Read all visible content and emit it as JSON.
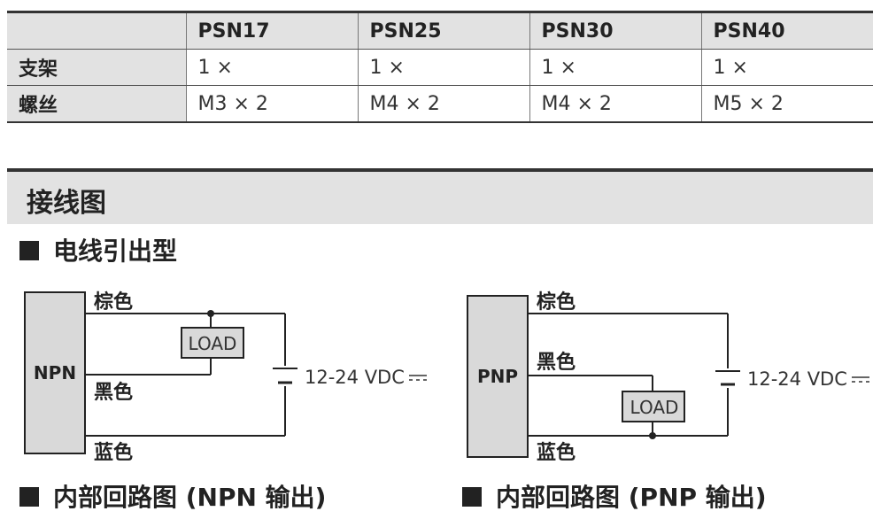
{
  "accessories": {
    "columns": [
      "",
      "PSN17",
      "PSN25",
      "PSN30",
      "PSN40"
    ],
    "rows": [
      {
        "label": "支架",
        "values": [
          "1 ×",
          "1 ×",
          "1 ×",
          "1 ×"
        ]
      },
      {
        "label": "螺丝",
        "values": [
          "M3 × 2",
          "M4 × 2",
          "M4 × 2",
          "M5 × 2"
        ]
      }
    ]
  },
  "section": {
    "title": "接线图"
  },
  "subheading": "电线引出型",
  "diagrams": {
    "npn": {
      "block_label": "NPN",
      "wire_brown": "棕色",
      "wire_black": "黑色",
      "wire_blue": "蓝色",
      "load_label": "LOAD",
      "supply_label": "12-24 VDC",
      "caption": "内部回路图 (NPN 输出)"
    },
    "pnp": {
      "block_label": "PNP",
      "wire_brown": "棕色",
      "wire_black": "黑色",
      "wire_blue": "蓝色",
      "load_label": "LOAD",
      "supply_label": "12-24 VDC",
      "caption": "内部回路图 (PNP 输出)"
    }
  },
  "colors": {
    "header_bg": "#e2e2e2",
    "block_fill": "#d9d9d9",
    "line": "#222222"
  }
}
